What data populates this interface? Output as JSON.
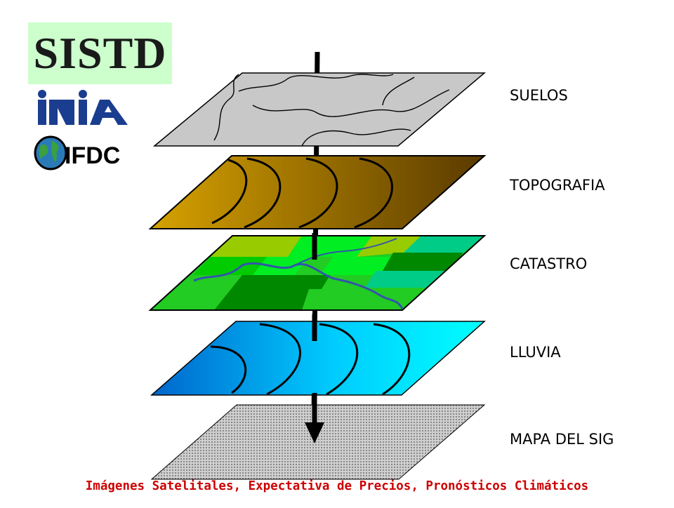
{
  "title": "SISTD",
  "logos": {
    "inia": {
      "text": "INIA",
      "icon": "inia-logo-icon",
      "color": "#1a3d8f"
    },
    "ifdc": {
      "text": "IFDC",
      "icon": "globe-icon",
      "color": "#000000"
    }
  },
  "layers": [
    {
      "label": "SUELOS"
    },
    {
      "label": "TOPOGRAFIA"
    },
    {
      "label": "CATASTRO"
    },
    {
      "label": "LLUVIA"
    },
    {
      "label": "MAPA DEL SIG"
    }
  ],
  "footer": "Imágenes Satelitales, Expectativa  de Precios, Pronósticos Climáticos",
  "colors": {
    "title_bg": "#ccffcc",
    "footer": "#cc0000",
    "soils": "#c8c8c8",
    "topo_start": "#d6a200",
    "topo_end": "#5a3a00",
    "rain_start": "#0066cc",
    "rain_end": "#00ffff",
    "river": "#3355aa"
  }
}
